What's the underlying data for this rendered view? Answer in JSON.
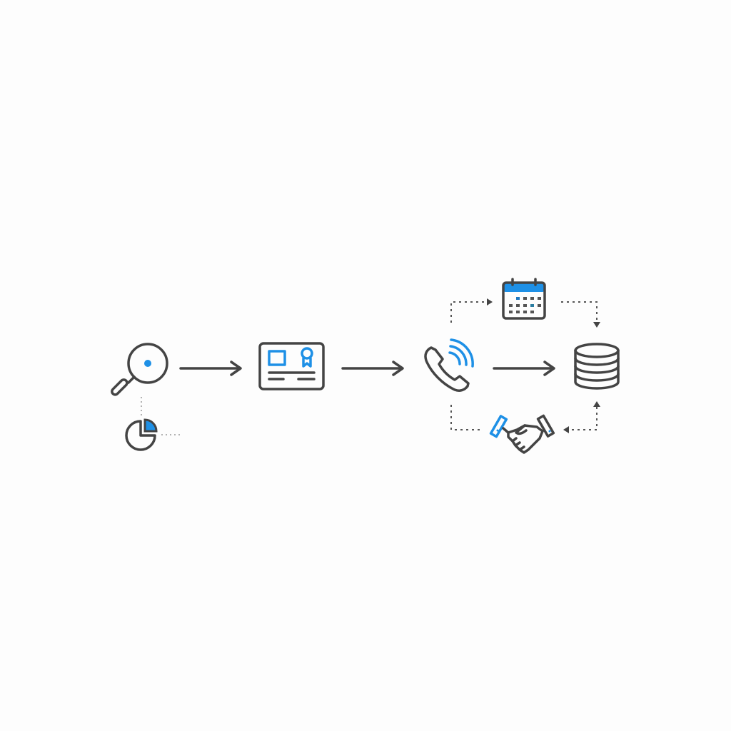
{
  "colors": {
    "stroke": "#444444",
    "accent": "#1e90e6",
    "background": "#fdfdfd"
  },
  "nodes": [
    {
      "icon": "magnifier-icon"
    },
    {
      "icon": "pie-chart-icon"
    },
    {
      "icon": "id-card-icon"
    },
    {
      "icon": "phone-ringing-icon"
    },
    {
      "icon": "calendar-icon"
    },
    {
      "icon": "database-icon"
    },
    {
      "icon": "handshake-icon"
    }
  ],
  "connections": [
    {
      "from": "magnifier-icon",
      "to": "id-card-icon",
      "style": "solid-arrow"
    },
    {
      "from": "id-card-icon",
      "to": "phone-ringing-icon",
      "style": "solid-arrow"
    },
    {
      "from": "phone-ringing-icon",
      "to": "database-icon",
      "style": "solid-arrow"
    },
    {
      "from": "phone-ringing-icon",
      "to": "calendar-icon",
      "style": "dotted-arrow"
    },
    {
      "from": "calendar-icon",
      "to": "database-icon",
      "style": "dotted-arrow"
    },
    {
      "from": "database-icon",
      "to": "handshake-icon",
      "style": "dotted-arrow"
    },
    {
      "from": "phone-ringing-icon",
      "to": "handshake-icon",
      "style": "dotted-line"
    },
    {
      "from": "magnifier-icon",
      "to": "pie-chart-icon",
      "style": "dotted-line"
    }
  ]
}
